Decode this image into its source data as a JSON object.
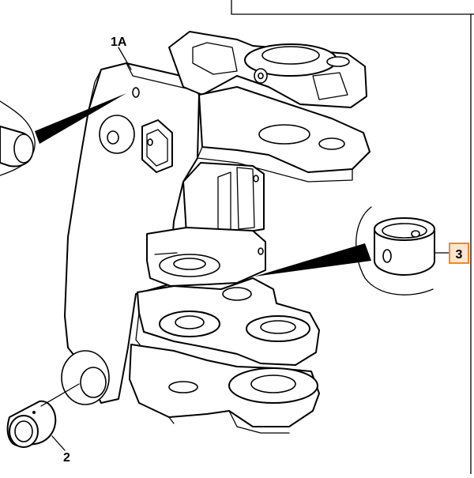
{
  "callouts": {
    "part_1a": "1A",
    "part_2": "2",
    "part_3": "3"
  },
  "colors": {
    "line": "#000000",
    "highlight_border": "#f08a24",
    "highlight_fill": "#fde6cf"
  }
}
